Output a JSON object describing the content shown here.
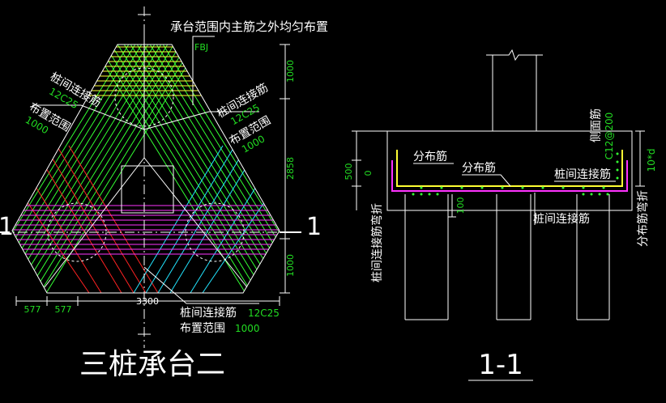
{
  "colors": {
    "background": "#000000",
    "outline": "#ffffff",
    "text_green": "#22dd22",
    "rebar_green": "#33ff33",
    "rebar_yellow": "#ffff33",
    "rebar_red": "#ff2222",
    "rebar_cyan": "#22e5ff",
    "rebar_magenta": "#ff33ff"
  },
  "plan": {
    "title": "三桩承台二",
    "note_top": "承台范围内主筋之外均匀布置",
    "tag_fbj": "FBJ",
    "left_label": {
      "name": "桩间连接筋",
      "spec": "12C25",
      "range_label": "布置范围",
      "range_value": "1000"
    },
    "right_label": {
      "name": "桩间连接筋",
      "spec": "12C25",
      "range_label": "布置范围",
      "range_value": "1000"
    },
    "bottom_label": {
      "name": "桩间连接筋",
      "spec": "12C25",
      "range_label": "布置范围",
      "range_value": "1000"
    },
    "dims": {
      "right_top": "1000",
      "right_mid": "2858",
      "right_bottom": "1000",
      "bottom_total": "3300",
      "bottom_left_1": "577",
      "bottom_left_2": "577"
    },
    "section_mark_left": "1",
    "section_mark_right": "1"
  },
  "section": {
    "title": "1-1",
    "dim_height": "500",
    "dim_zero": "0",
    "dim_100": "100",
    "labels": {
      "distribution1": "分布筋",
      "distribution2": "分布筋",
      "side_face": "侧面筋",
      "side_spec": "C12@200",
      "connect1": "桩间连接筋",
      "connect2": "桩间连接筋",
      "left_vertical": "桩间连接筋弯折",
      "right_vertical": "分布筋弯折",
      "right_dim": "10*d"
    }
  }
}
